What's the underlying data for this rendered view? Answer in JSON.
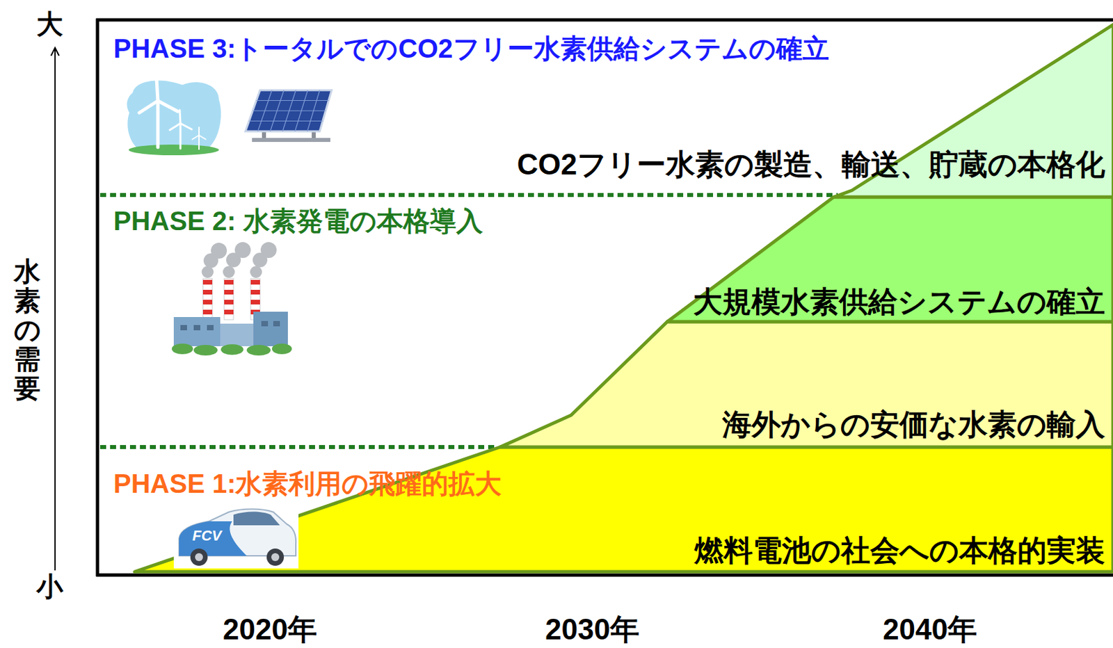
{
  "diagram": {
    "nodes": [
      {
        "text": [
          "燃料電池の社会への本格的実装"
        ]
      },
      {
        "text": [
          "海外からの安価な水素の輸入"
        ]
      },
      {
        "text": [
          "大規模水素供給システムの確立"
        ]
      },
      {
        "text": [
          "CO2フリー水素の製造、輸送、貯蔵の本格化"
        ]
      }
    ],
    "labels": [
      "大",
      "水素の需要",
      "小",
      "PHASE 3:トータルでのCO2フリー水素供給システムの確立",
      "PHASE 2: 水素発電の本格導入",
      "PHASE 1:水素利用の飛躍的拡大",
      "FCV",
      "2020年",
      "2030年",
      "2040年"
    ]
  }
}
